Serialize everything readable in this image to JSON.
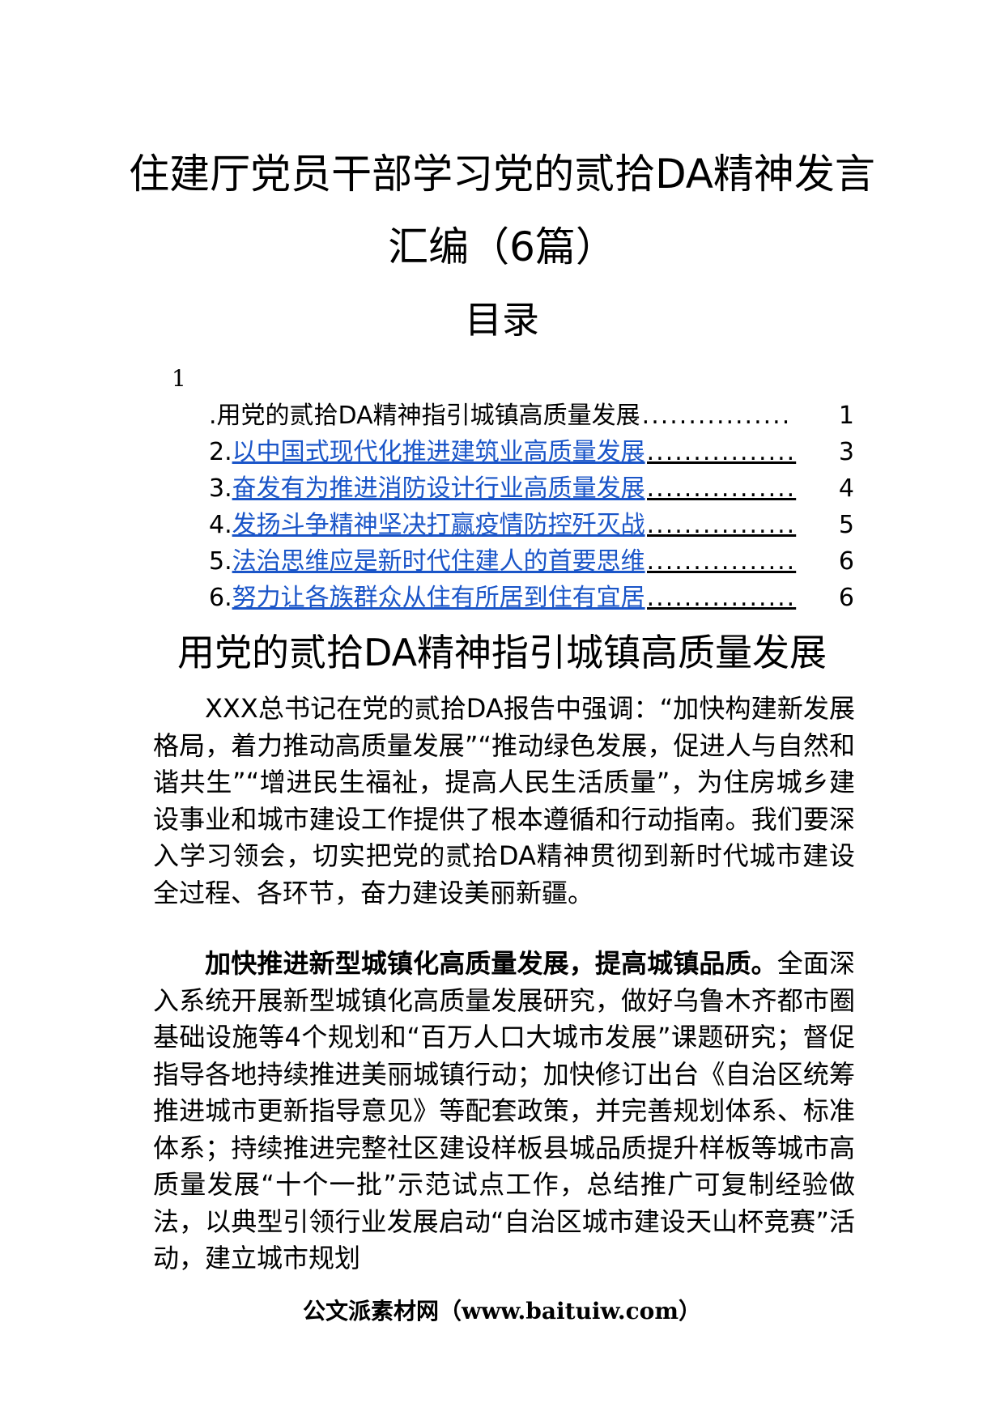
{
  "document": {
    "title_line1": "住建厅党员干部学习党的贰拾DA精神发言",
    "title_line2": "汇编（6篇）",
    "toc_heading": "目录",
    "toc_marker": "1",
    "toc": [
      {
        "num": ".",
        "title": "用党的贰拾DA精神指引城镇高质量发展",
        "dots": "................",
        "page": "1",
        "link": false
      },
      {
        "num": "2.",
        "title": "以中国式现代化推进建筑业高质量发展",
        "dots": "................",
        "page": "3",
        "link": true
      },
      {
        "num": "3.",
        "title": "奋发有为推进消防设计行业高质量发展",
        "dots": "................",
        "page": "4",
        "link": true
      },
      {
        "num": "4.",
        "title": "发扬斗争精神坚决打赢疫情防控歼灭战",
        "dots": "................",
        "page": "5",
        "link": true
      },
      {
        "num": "5.",
        "title": "法治思维应是新时代住建人的首要思维",
        "dots": "................",
        "page": "6",
        "link": true
      },
      {
        "num": "6.",
        "title": "努力让各族群众从住有所居到住有宜居",
        "dots": "................",
        "page": "6",
        "link": true
      }
    ],
    "section_title": "用党的贰拾DA精神指引城镇高质量发展",
    "paragraph1": "XXX总书记在党的贰拾DA报告中强调：“加快构建新发展格局，着力推动高质量发展”“推动绿色发展，促进人与自然和谐共生”“增进民生福祉，提高人民生活质量”，为住房城乡建设事业和城市建设工作提供了根本遵循和行动指南。我们要深入学习领会，切实把党的贰拾DA精神贯彻到新时代城市建设全过程、各环节，奋力建设美丽新疆。",
    "paragraph2_lead": "加快推进新型城镇化高质量发展，提高城镇品质。",
    "paragraph2_body": "全面深入系统开展新型城镇化高质量发展研究，做好乌鲁木齐都市圈基础设施等4个规划和“百万人口大城市发展”课题研究；督促指导各地持续推进美丽城镇行动；加快修订出台《自治区统筹推进城市更新指导意见》等配套政策，并完善规划体系、标准体系；持续推进完整社区建设样板县城品质提升样板等城市高质量发展“十个一批”示范试点工作，总结推广可复制经验做法，以典型引领行业发展启动“自治区城市建设天山杯竞赛”活动，建立城市规划"
  },
  "footer": {
    "text": "公文派素材网（www.baituiw.com）"
  },
  "colors": {
    "link": "#1a55c8",
    "text": "#000000"
  }
}
